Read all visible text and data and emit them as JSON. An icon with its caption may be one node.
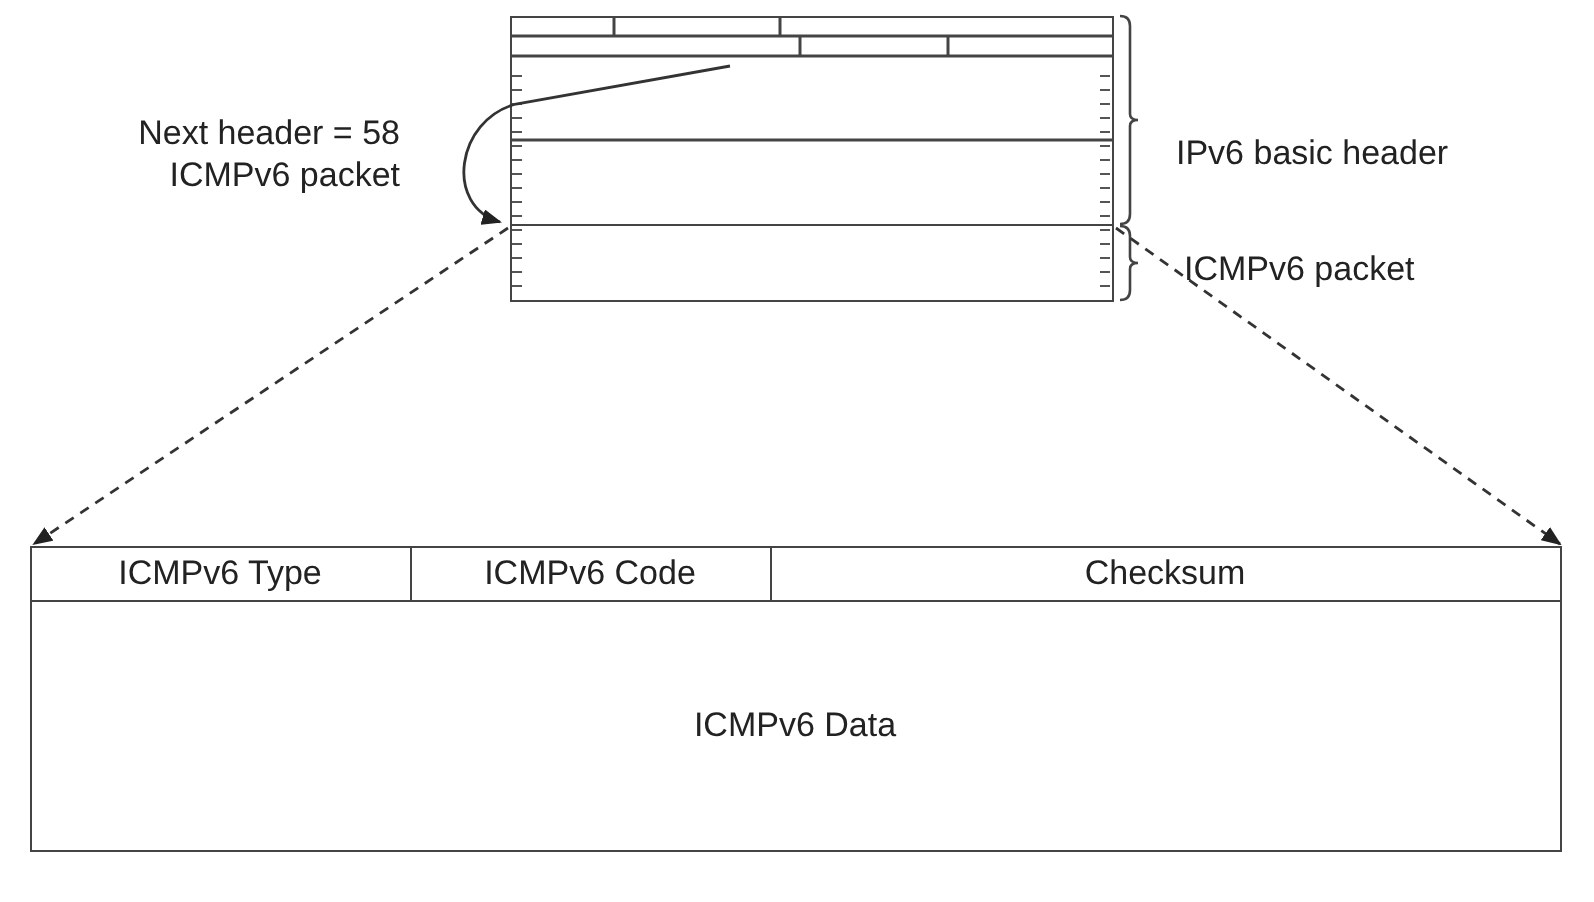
{
  "diagram": {
    "nodes": [
      {
        "text": [],
        "shape": "box",
        "beside": [
          "IPv6 basic header"
        ]
      },
      {
        "text": [],
        "shape": "box",
        "beside": [
          "ICMPv6 packet"
        ]
      },
      {
        "text": [],
        "shape": "box"
      },
      {
        "text": [
          "ICMPv6 Type"
        ],
        "in": 2
      },
      {
        "text": [
          "ICMPv6 Code"
        ],
        "in": 2
      },
      {
        "text": [
          "Checksum"
        ],
        "in": 2
      },
      {
        "text": [
          "ICMPv6 Data"
        ],
        "in": 2
      }
    ],
    "edges": [
      {
        "from": 0,
        "to": 1,
        "arrow": "to",
        "label": "Next header = 58 ICMPv6 packet"
      },
      {
        "from": 1,
        "to": 2,
        "arrow": "to",
        "style": "dashed"
      },
      {
        "from": 1,
        "to": 2,
        "arrow": "to",
        "style": "dashed"
      }
    ]
  }
}
